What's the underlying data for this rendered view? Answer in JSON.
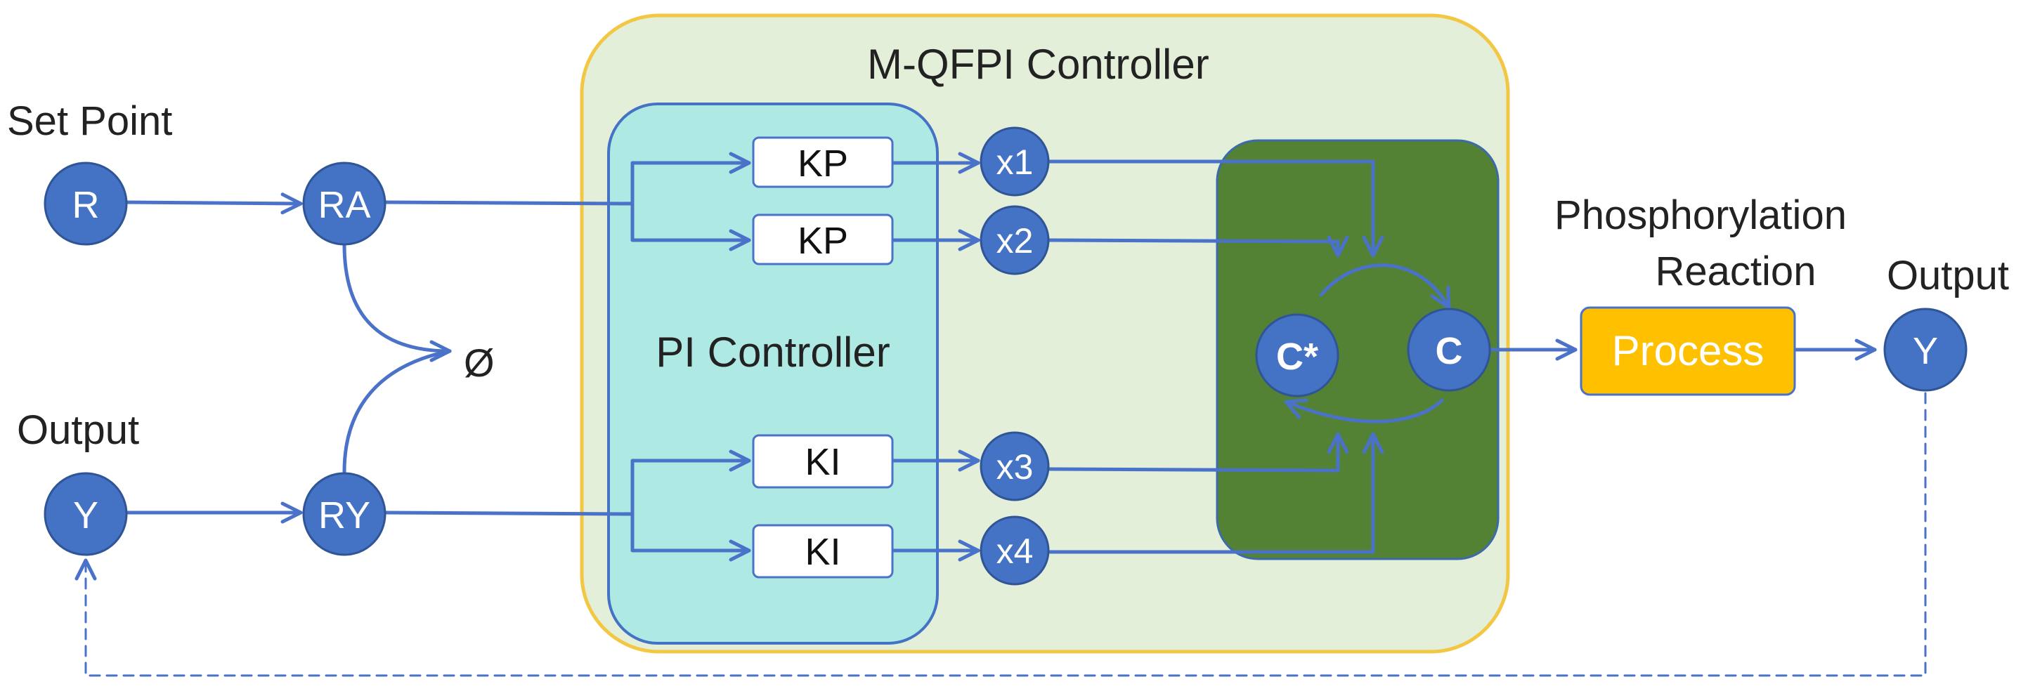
{
  "labels": {
    "set_point": "Set Point",
    "output_left": "Output",
    "empty_set": "Ø",
    "mqfpi_title": "M-QFPI Controller",
    "pi_title": "PI Controller",
    "reaction_line1": "Phosphorylation",
    "reaction_line2": "Reaction",
    "output_right": "Output"
  },
  "nodes": {
    "r": "R",
    "ra": "RA",
    "y_left": "Y",
    "ry": "RY",
    "x1": "x1",
    "x2": "x2",
    "x3": "x3",
    "x4": "x4",
    "c_star": "C*",
    "c": "C",
    "y_right": "Y"
  },
  "boxes": {
    "kp1": "KP",
    "kp2": "KP",
    "ki1": "KI",
    "ki2": "KI",
    "process": "Process"
  },
  "colors": {
    "node_blue": "#4472c4",
    "arrow_blue": "#4a72c8",
    "mqfpi_fill": "#e3efd9",
    "mqfpi_border": "#f2c744",
    "pi_fill": "#aee9e3",
    "pi_border": "#4472c4",
    "inner_green": "#548235",
    "process_fill": "#ffc000"
  }
}
